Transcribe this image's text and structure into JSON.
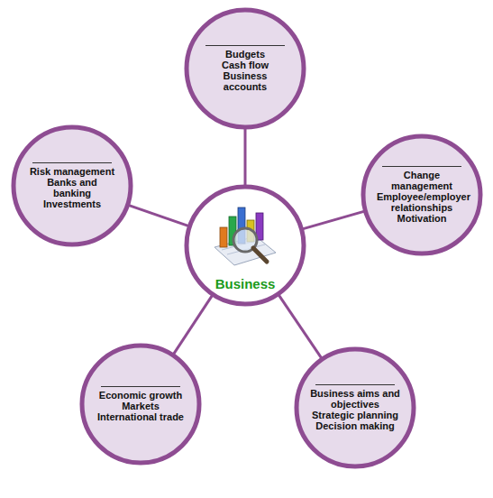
{
  "diagram": {
    "nodes": [
      {
        "text": [
          "Budgets",
          "Cash flow",
          "Business accounts"
        ]
      },
      {
        "text": [
          "Risk management",
          "Banks and banking",
          "Investments"
        ]
      },
      {
        "text": [
          "Change management",
          "Employee/employer relationships",
          "Motivation"
        ]
      },
      {
        "text": [
          "Business"
        ]
      },
      {
        "text": [
          "Economic growth",
          "Markets",
          "International trade"
        ]
      },
      {
        "text": [
          "Business aims and objectives",
          "Strategic planning",
          "Decision making"
        ]
      }
    ],
    "edges": [
      {
        "from": 3,
        "to": 0,
        "arrow": "none"
      },
      {
        "from": 3,
        "to": 1,
        "arrow": "none"
      },
      {
        "from": 3,
        "to": 2,
        "arrow": "none"
      },
      {
        "from": 3,
        "to": 4,
        "arrow": "none"
      },
      {
        "from": 3,
        "to": 5,
        "arrow": "none"
      }
    ]
  }
}
